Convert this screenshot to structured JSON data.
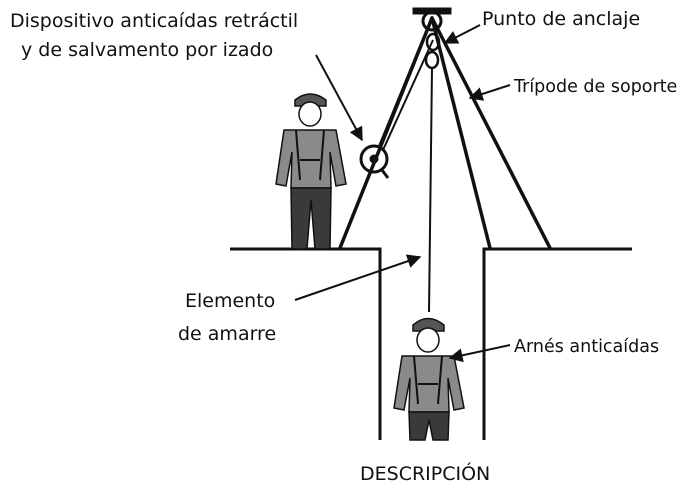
{
  "labels": {
    "device_line1": "Dispositivo anticaídas retráctil",
    "device_line2": "y de salvamento por izado",
    "anchor": "Punto de anclaje",
    "tripod": "Trípode de soporte",
    "lanyard_line1": "Elemento",
    "lanyard_line2": "de amarre",
    "harness": "Arnés anticaídas",
    "caption": "DESCRIPCIÓN"
  }
}
